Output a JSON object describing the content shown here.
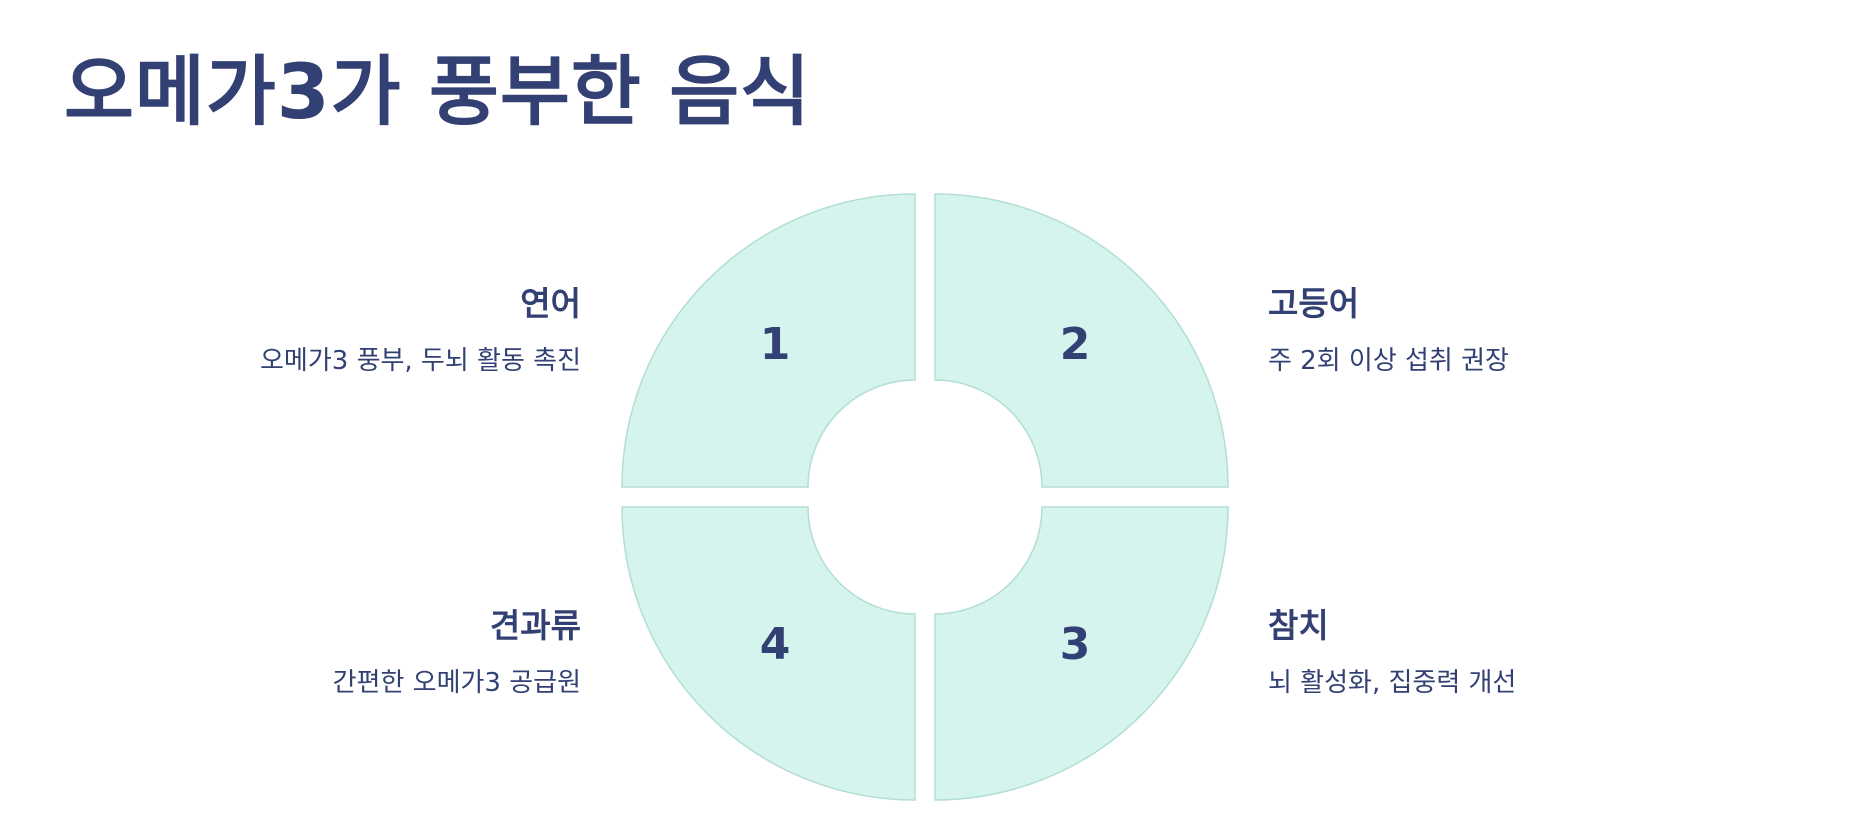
{
  "title": "오메가3가 풍부한 음식",
  "colors": {
    "text": "#324073",
    "segment_fill": "#d5f4ee",
    "segment_stroke": "#b3ded4",
    "background": "#ffffff"
  },
  "segments": [
    {
      "number": "1",
      "heading": "연어",
      "description": "오메가3 풍부, 두뇌 활동 촉진"
    },
    {
      "number": "2",
      "heading": "고등어",
      "description": "주 2회 이상 섭취 권장"
    },
    {
      "number": "3",
      "heading": "참치",
      "description": "뇌 활성화, 집중력 개선"
    },
    {
      "number": "4",
      "heading": "견과류",
      "description": "간편한 오메가3 공급원"
    }
  ]
}
